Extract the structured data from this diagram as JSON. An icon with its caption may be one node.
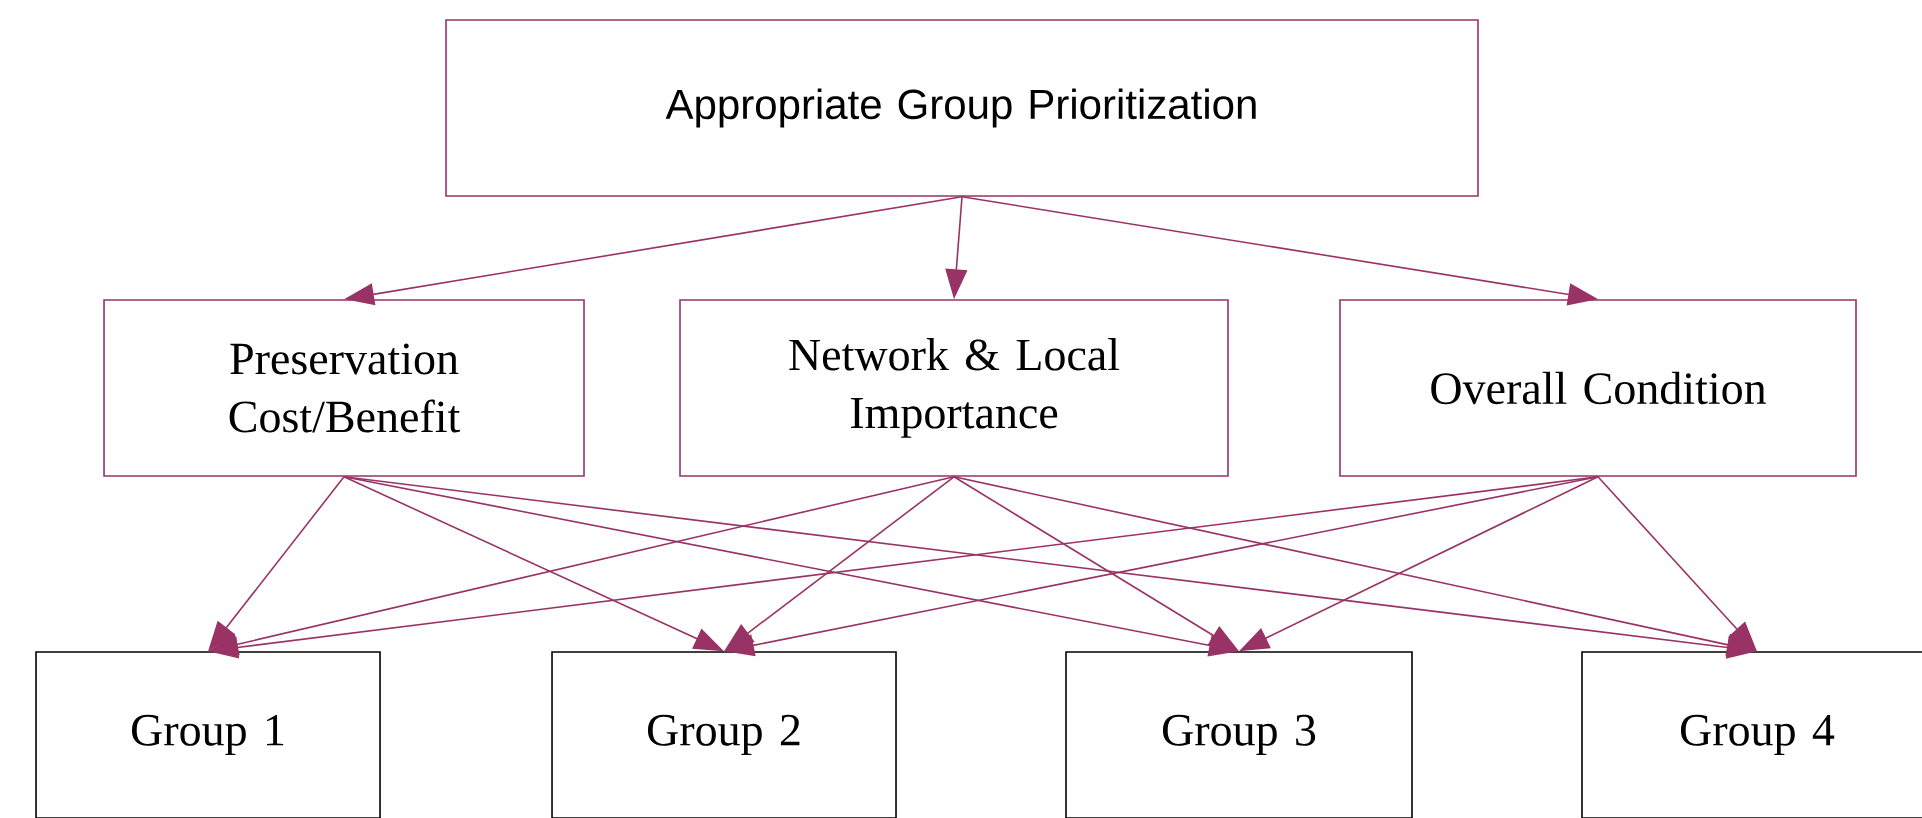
{
  "diagram": {
    "nodes": [
      {
        "text": [
          "Appropriate Group Prioritization"
        ]
      },
      {
        "text": [
          "Preservation Cost/Benefit"
        ]
      },
      {
        "text": [
          "Network & Local Importance"
        ]
      },
      {
        "text": [
          "Overall Condition"
        ]
      },
      {
        "text": [
          "Group 1"
        ]
      },
      {
        "text": [
          "Group 2"
        ]
      },
      {
        "text": [
          "Group 3"
        ]
      },
      {
        "text": [
          "Group 4"
        ]
      }
    ],
    "edges": [
      {
        "from": 0,
        "to": 1,
        "arrow": "to"
      },
      {
        "from": 0,
        "to": 2,
        "arrow": "to"
      },
      {
        "from": 0,
        "to": 3,
        "arrow": "to"
      },
      {
        "from": 1,
        "to": 4,
        "arrow": "to"
      },
      {
        "from": 1,
        "to": 5,
        "arrow": "to"
      },
      {
        "from": 1,
        "to": 6,
        "arrow": "to"
      },
      {
        "from": 1,
        "to": 7,
        "arrow": "to"
      },
      {
        "from": 2,
        "to": 4,
        "arrow": "to"
      },
      {
        "from": 2,
        "to": 5,
        "arrow": "to"
      },
      {
        "from": 2,
        "to": 6,
        "arrow": "to"
      },
      {
        "from": 2,
        "to": 7,
        "arrow": "to"
      },
      {
        "from": 3,
        "to": 4,
        "arrow": "to"
      },
      {
        "from": 3,
        "to": 5,
        "arrow": "to"
      },
      {
        "from": 3,
        "to": 6,
        "arrow": "to"
      },
      {
        "from": 3,
        "to": 7,
        "arrow": "to"
      }
    ]
  }
}
